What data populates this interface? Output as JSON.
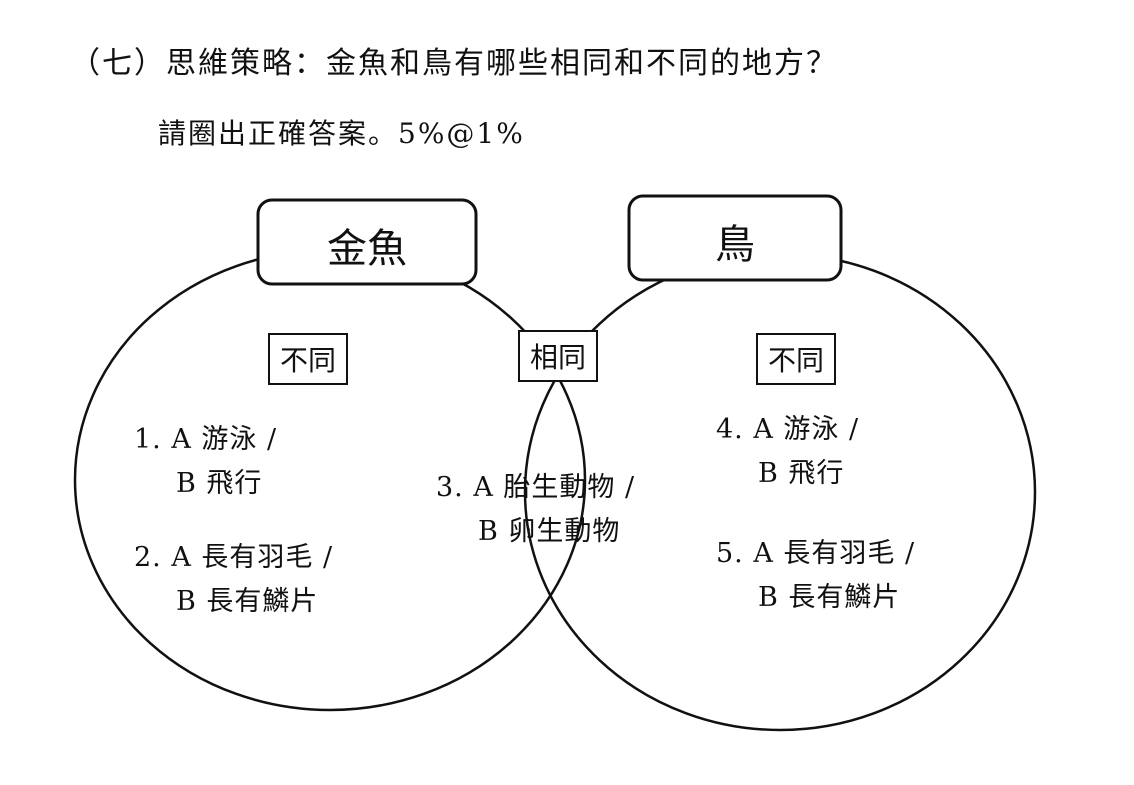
{
  "question": {
    "title": "（七）思維策略：金魚和鳥有哪些相同和不同的地方？",
    "instruction": "請圈出正確答案。5%@1%"
  },
  "venn": {
    "left_title": "金魚",
    "right_title": "鳥",
    "left_tag": "不同",
    "center_tag": "相同",
    "right_tag": "不同",
    "items": [
      {
        "line1": "1. A 游泳 /",
        "line2": "B 飛行"
      },
      {
        "line1": "2. A 長有羽毛 /",
        "line2": "B 長有鱗片"
      },
      {
        "line1": "3. A 胎生動物 /",
        "line2": "B 卵生動物"
      },
      {
        "line1": "4. A 游泳 /",
        "line2": "B 飛行"
      },
      {
        "line1": "5. A 長有羽毛 /",
        "line2": "B 長有鱗片"
      }
    ]
  }
}
